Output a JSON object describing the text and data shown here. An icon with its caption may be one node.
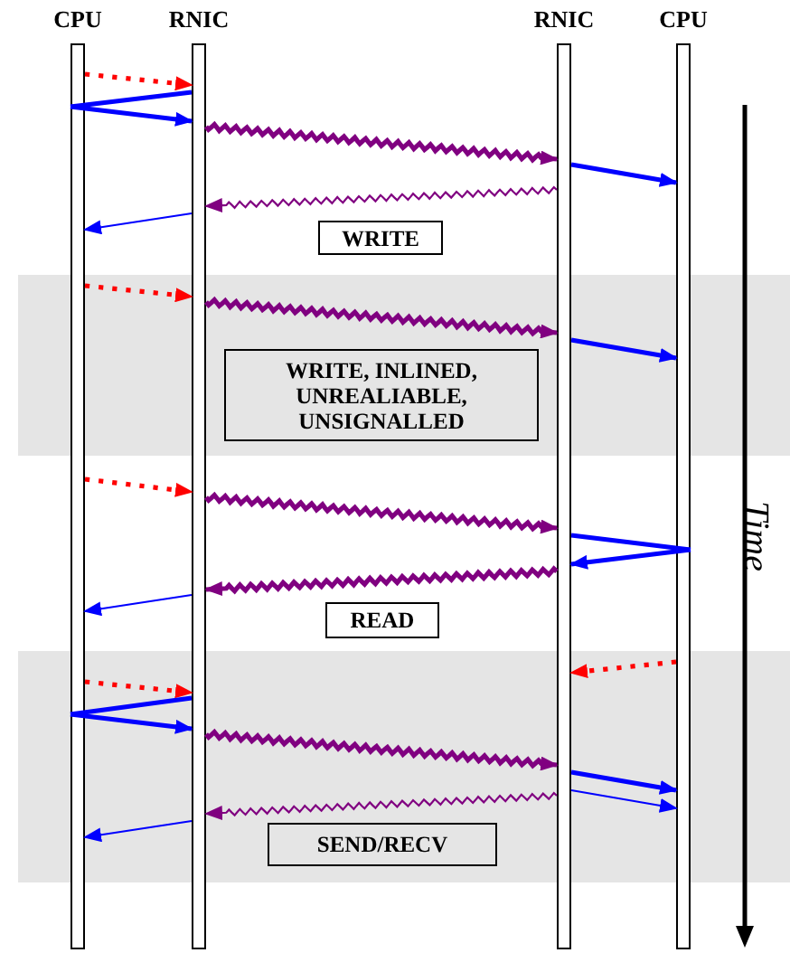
{
  "diagram": {
    "nodes": [
      {
        "text": [
          "CPU"
        ]
      },
      {
        "text": [
          "RNIC"
        ]
      },
      {
        "text": [
          "RNIC"
        ]
      },
      {
        "text": [
          "CPU"
        ]
      },
      {
        "text": [
          "WRITE"
        ]
      },
      {
        "text": [
          "WRITE, INLINED, UNREALIABLE, UNSIGNALLED"
        ]
      },
      {
        "text": [
          "READ"
        ]
      },
      {
        "text": [
          "SEND/RECV"
        ]
      }
    ],
    "edges": [
      {
        "from": 0,
        "to": 1,
        "arrow": "to",
        "style": "dashed",
        "color": "#ff0000"
      },
      {
        "from": 1,
        "to": 0,
        "arrow": "none"
      },
      {
        "from": 0,
        "to": 1,
        "arrow": "to"
      },
      {
        "from": 1,
        "to": 2,
        "arrow": "to",
        "color": "#800080"
      },
      {
        "from": 2,
        "to": 3,
        "arrow": "to"
      },
      {
        "from": 2,
        "to": 1,
        "arrow": "to",
        "color": "#800080"
      },
      {
        "from": 1,
        "to": 0,
        "arrow": "to"
      },
      {
        "from": 0,
        "to": 1,
        "arrow": "to",
        "style": "dashed",
        "color": "#ff0000"
      },
      {
        "from": 1,
        "to": 2,
        "arrow": "to",
        "color": "#800080"
      },
      {
        "from": 2,
        "to": 3,
        "arrow": "to"
      },
      {
        "from": 0,
        "to": 1,
        "arrow": "to",
        "style": "dashed",
        "color": "#ff0000"
      },
      {
        "from": 1,
        "to": 2,
        "arrow": "to",
        "color": "#800080"
      },
      {
        "from": 2,
        "to": 3,
        "arrow": "none"
      },
      {
        "from": 3,
        "to": 2,
        "arrow": "to"
      },
      {
        "from": 2,
        "to": 1,
        "arrow": "to",
        "color": "#800080"
      },
      {
        "from": 1,
        "to": 0,
        "arrow": "to"
      },
      {
        "from": 3,
        "to": 2,
        "arrow": "to",
        "style": "dashed",
        "color": "#ff0000"
      },
      {
        "from": 0,
        "to": 1,
        "arrow": "to",
        "style": "dashed",
        "color": "#ff0000"
      },
      {
        "from": 1,
        "to": 0,
        "arrow": "none"
      },
      {
        "from": 0,
        "to": 1,
        "arrow": "to"
      },
      {
        "from": 1,
        "to": 2,
        "arrow": "to",
        "color": "#800080"
      },
      {
        "from": 2,
        "to": 3,
        "arrow": "to"
      },
      {
        "from": 2,
        "to": 3,
        "arrow": "to"
      },
      {
        "from": 2,
        "to": 1,
        "arrow": "to",
        "color": "#800080"
      },
      {
        "from": 1,
        "to": 0,
        "arrow": "to"
      }
    ],
    "labels": [
      "Time"
    ]
  }
}
